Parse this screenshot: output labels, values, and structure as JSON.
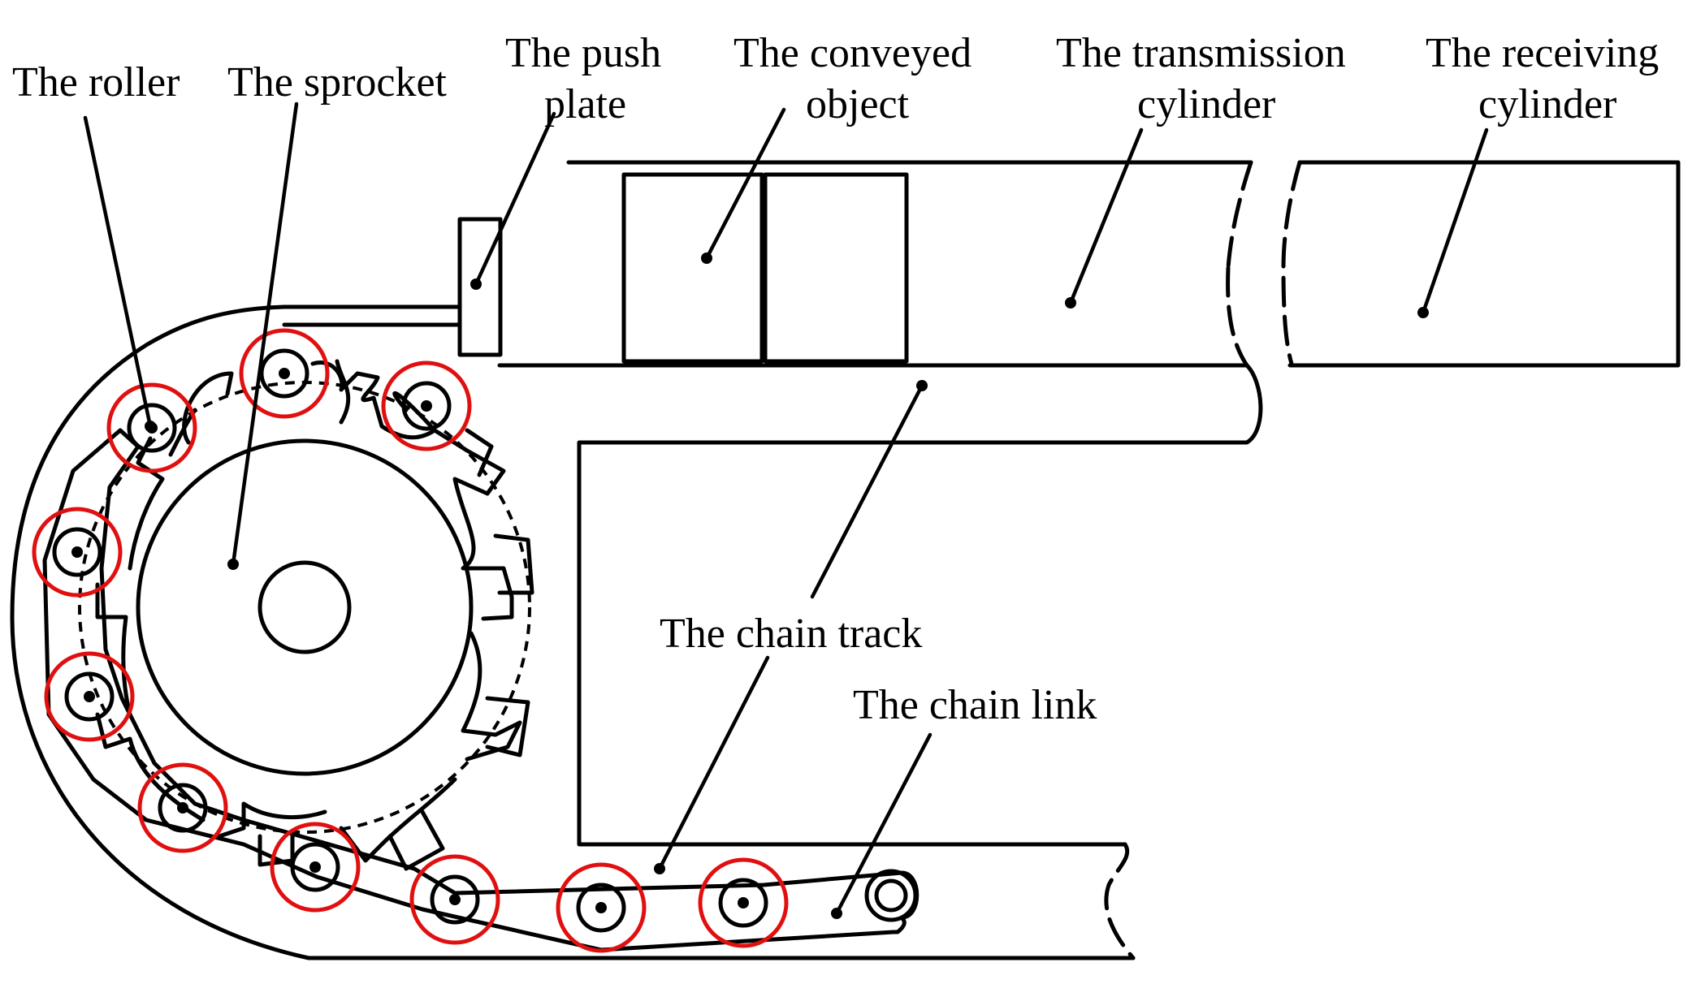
{
  "labels": {
    "roller": "The roller",
    "sprocket": "The sprocket",
    "push_plate_1": "The push",
    "push_plate_2": "plate",
    "conveyed_1": "The conveyed",
    "conveyed_2": "object",
    "transmission_1": "The transmission",
    "transmission_2": "cylinder",
    "receiving_1": "The receiving",
    "receiving_2": "cylinder",
    "chain_track": "The chain track",
    "chain_link": "The chain link"
  },
  "colors": {
    "line": "#000000",
    "roller_highlight": "#e01010",
    "background": "#ffffff"
  }
}
